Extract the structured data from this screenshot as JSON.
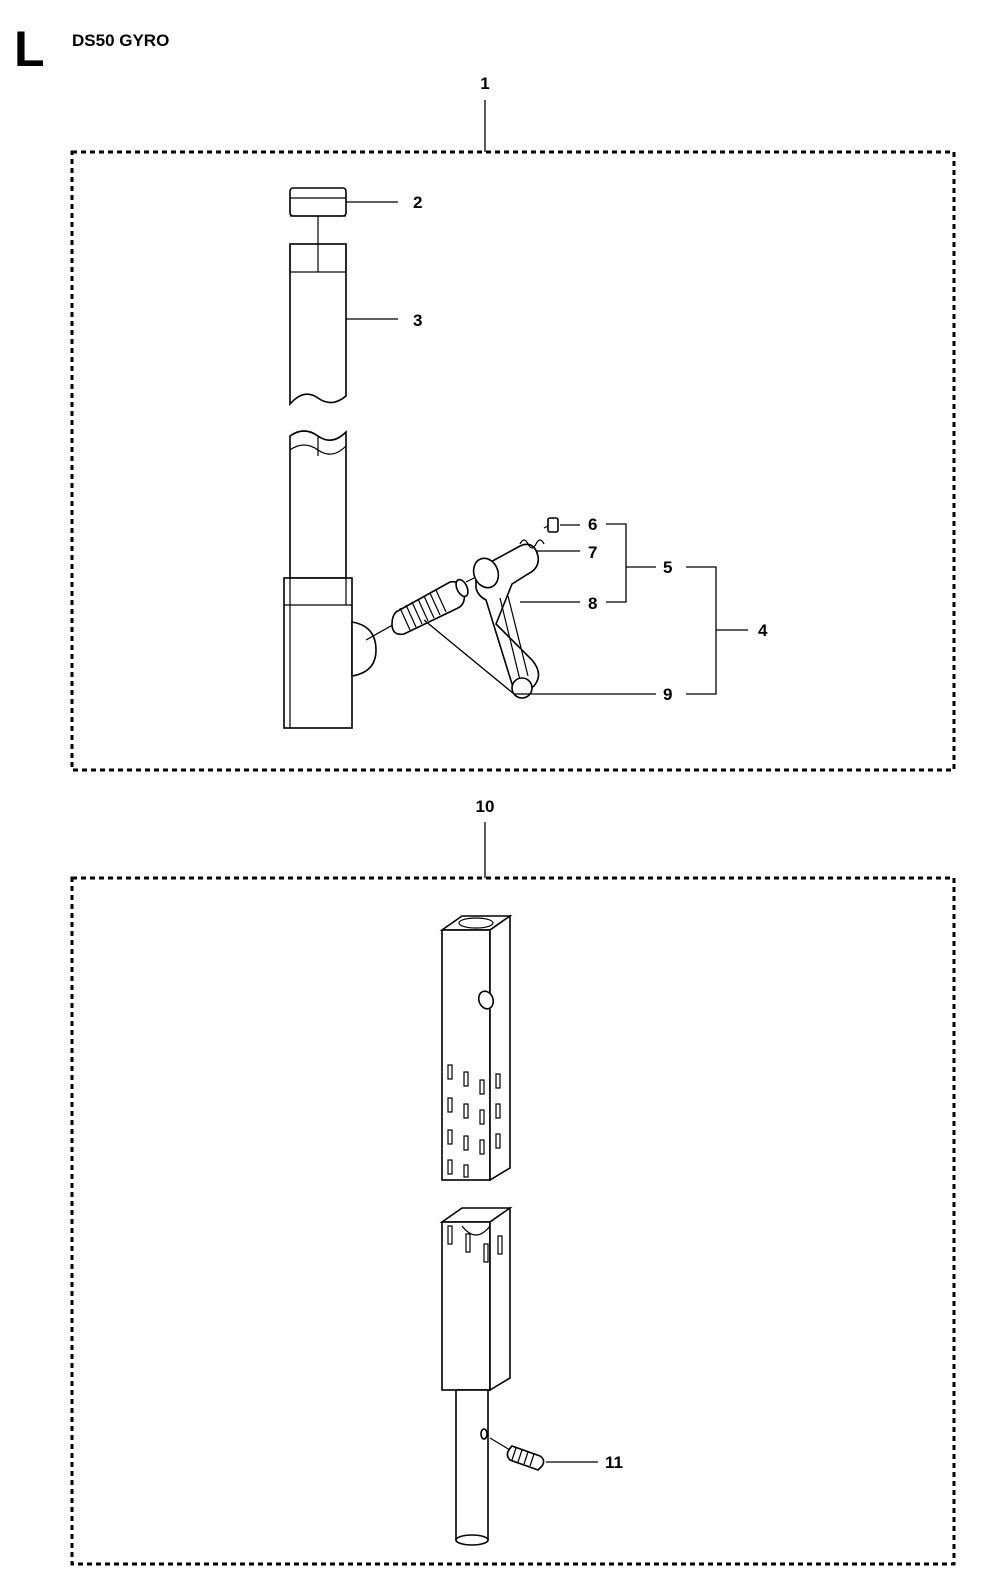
{
  "header": {
    "section_letter": "L",
    "model": "DS50 GYRO"
  },
  "callouts": {
    "c1": "1",
    "c2": "2",
    "c3": "3",
    "c4": "4",
    "c5": "5",
    "c6": "6",
    "c7": "7",
    "c8": "8",
    "c9": "9",
    "c10": "10",
    "c11": "11"
  }
}
